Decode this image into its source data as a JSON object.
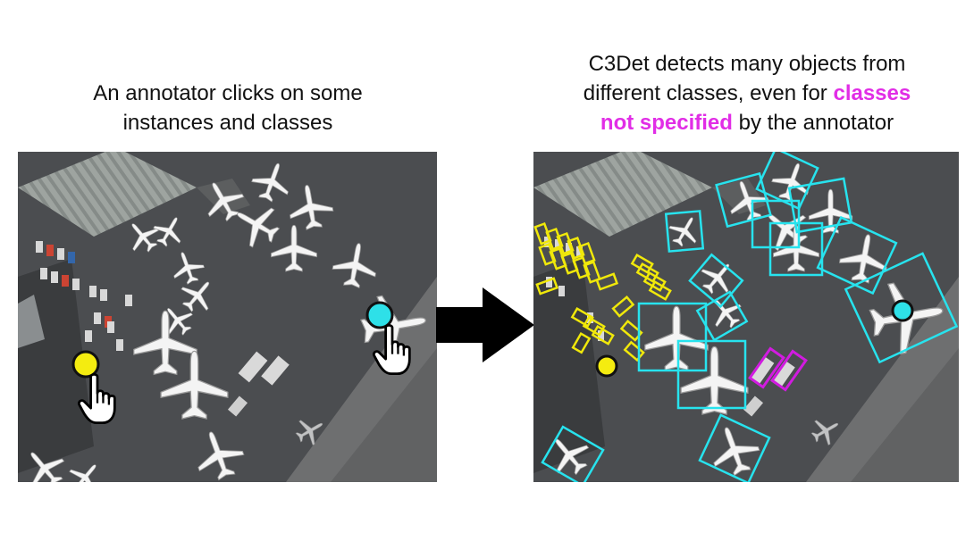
{
  "left_caption": {
    "line1": "An annotator clicks on some",
    "line2": "instances and classes"
  },
  "right_caption": {
    "line1": "C3Det detects many objects from",
    "line2_a": "different classes, even for ",
    "line2_b": "classes",
    "line3_a": "not specified",
    "line3_b": " by the annotator"
  },
  "colors": {
    "highlight": "#e12de6",
    "click_yellow": "#f4ec10",
    "click_cyan": "#2ee0e8",
    "box_cyan": "#27e3ee",
    "box_yellow": "#f0e80a",
    "box_magenta": "#d11be0"
  },
  "icons": [
    "pointing-hand-icon",
    "right-arrow-icon",
    "click-dot-icon"
  ]
}
